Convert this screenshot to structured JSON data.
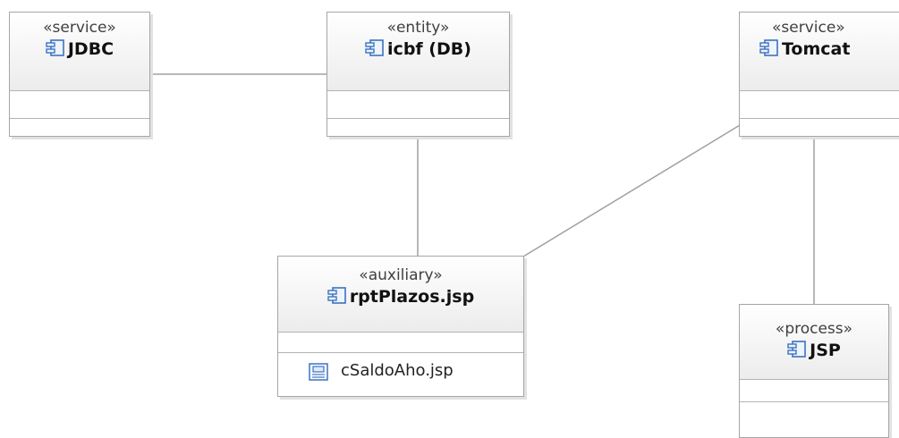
{
  "components": [
    {
      "id": "jdbc",
      "stereotype": "«service»",
      "name": "JDBC"
    },
    {
      "id": "icbf",
      "stereotype": "«entity»",
      "name": "icbf (DB)"
    },
    {
      "id": "tomcat",
      "stereotype": "«service»",
      "name": "Tomcat"
    },
    {
      "id": "rpt",
      "stereotype": "«auxiliary»",
      "name": "rptPlazos.jsp",
      "attributes": [
        "cSaldoAho.jsp"
      ]
    },
    {
      "id": "jsp",
      "stereotype": "«process»",
      "name": "JSP"
    }
  ],
  "connections": [
    [
      "jdbc",
      "icbf"
    ],
    [
      "icbf",
      "rpt"
    ],
    [
      "tomcat",
      "rpt"
    ],
    [
      "tomcat",
      "jsp"
    ]
  ],
  "icons": {
    "component": "component-icon",
    "artifact": "artifact-icon"
  },
  "colors": {
    "line": "#a0a0a0",
    "border": "#a6a6a6",
    "icon": "#3b73c0"
  }
}
